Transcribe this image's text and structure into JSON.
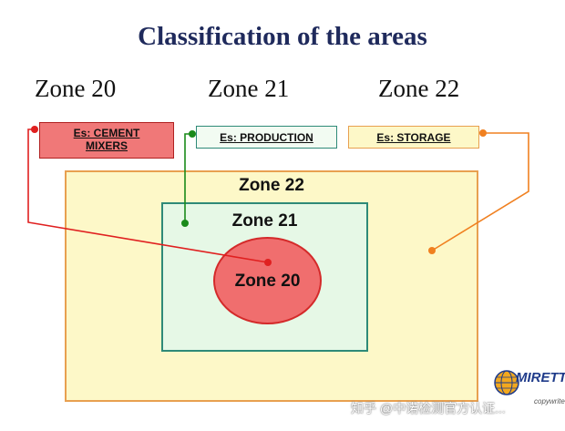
{
  "title": "Classification of the areas",
  "zone_headers": [
    "Zone 20",
    "Zone 21",
    "Zone 22"
  ],
  "tags": {
    "cement": "Es: CEMENT MIXERS",
    "production": "Es: PRODUCTION",
    "storage": "Es: STORAGE"
  },
  "regions": {
    "zone22": "Zone 22",
    "zone21": "Zone 21",
    "zone20": "Zone 20"
  },
  "logo": {
    "text": "MIRETTI",
    "sub": "copywrite"
  },
  "watermark": "知乎 @中诺检测官方认证...",
  "colors": {
    "zone20_fill": "#f06e6e",
    "zone20_border": "#d42a2a",
    "zone21_fill": "#e6f8e6",
    "zone21_border": "#2e8a78",
    "zone22_fill": "#fdf8c8",
    "zone22_border": "#e8a050",
    "leader_red": "#e02020",
    "leader_green": "#1a8a1a",
    "leader_orange": "#f08020",
    "title": "#1f2a5c"
  }
}
